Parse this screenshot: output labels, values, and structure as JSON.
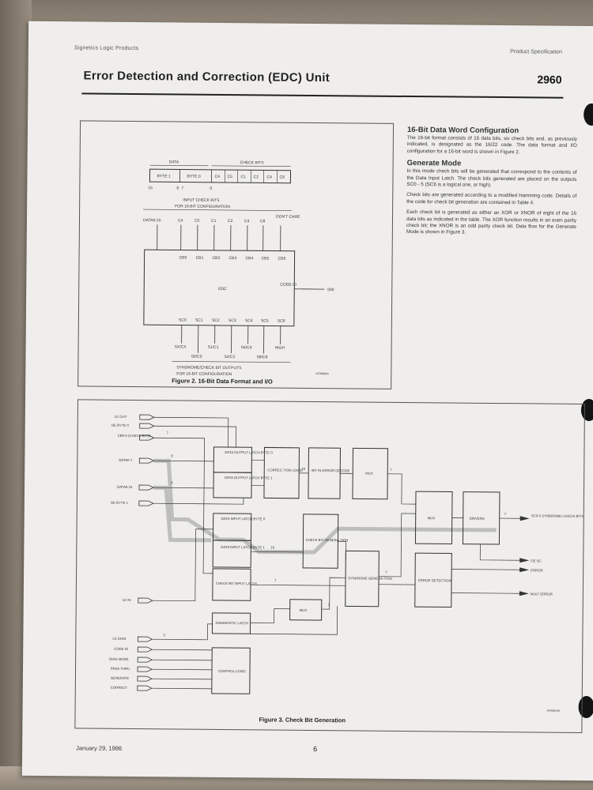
{
  "header": {
    "left": "Signetics Logic Products",
    "right": "Product Specification",
    "title": "Error Detection and Correction (EDC) Unit",
    "part_number": "2960"
  },
  "figure2": {
    "caption": "Figure 2. 16-Bit Data Format and I/O",
    "top_data": "DATA",
    "top_check": "CHECK BITS",
    "bytes": [
      "BYTE 1",
      "BYTE 0"
    ],
    "checkbits": [
      "C4",
      "C5",
      "C1",
      "C2",
      "C4",
      "C8"
    ],
    "bit_numbers": [
      "15",
      "8",
      "7",
      "0"
    ],
    "input_caption": [
      "INPUT CHECK BITS",
      "FOR 16-BIT CONFIGURATION"
    ],
    "inputs": [
      "DATA0-15",
      "C4",
      "C5",
      "C1",
      "C2",
      "C4",
      "C8",
      "DON'T CARE"
    ],
    "cb_labels": [
      "CB0",
      "CB1",
      "CB2",
      "CB3",
      "CB4",
      "CB5",
      "CB6"
    ],
    "edc_label": "EDC",
    "code_id_label": "CODE ID",
    "code_id_value": "000",
    "sc_labels": [
      "SC0",
      "SC1",
      "SC2",
      "SC3",
      "SC4",
      "SC5",
      "SC6"
    ],
    "outputs_top": [
      "SX/CX",
      "S1/C1",
      "S4/C4",
      "HIGH"
    ],
    "outputs_bottom": [
      "S0/C0",
      "S2/C2",
      "S8/C8"
    ],
    "output_caption": [
      "SYNDROME/CHECK BIT OUTPUTS",
      "FOR 16-BIT CONFIGURATION"
    ],
    "ref": "AF06600S"
  },
  "sidebar": {
    "h1": "16-Bit Data Word Configuration",
    "p1": "The 16-bit format consists of 16 data bits, six check bits and, as previously indicated, is designated as the 16/22 code. The data format and I/O configuration for a 16-bit word is shown in Figure 2.",
    "h2": "Generate Mode",
    "p2": "In this mode check bits will be generated that correspond to the contents of the Data Input Latch. The check bits generated are placed on the outputs SC0 - 5 (SC6 is a logical one, or high).",
    "p3": "Check bits are generated according to a modified Hamming code. Details of the code for check bit generation are contained in Table 4.",
    "p4": "Each check bit is generated as either an XOR or XNOR of eight of the 16 data bits as indicated in the table. The XOR function results in an even parity check bit; the XNOR is an odd parity check bit. Data flow for the Generate Mode is shown in Figure 3."
  },
  "figure3": {
    "caption": "Figure 3. Check Bit Generation",
    "ref": "AF06610S",
    "inputs": [
      "LE OUT",
      "OE BYTE 0",
      "CB0-6 (CHECK BITS)",
      "DATA0-7",
      "DATA8-15",
      "OE BYTE 1",
      "LE IN",
      "LE DIAG",
      "CODE ID",
      "DIAG MODE",
      "PASS THRU",
      "GENERATE",
      "CORRECT"
    ],
    "blocks": {
      "dol0": "DATA OUTPUT LATCH BYTE 0",
      "dol1": "DATA OUTPUT LATCH BYTE 1",
      "corr": "CORREC-TION LOGIC",
      "err_dec": "BIT IN ERROR DECODE",
      "mux1": "MUX",
      "dil0": "DATA INPUT LATCH BYTE 0",
      "dil1": "DATA INPUT LATCH BYTE 1",
      "cbgen": "CHECK BIT GENERA-TION",
      "cbil": "CHECK BIT INPUT LATCH",
      "syn": "SYNDROME GENERA-TION",
      "mux2": "MUX",
      "mux3": "MUX",
      "drivers": "DRIVERS",
      "errdet": "ERROR DETECTION",
      "diag": "DIAGNOSTIC LATCH",
      "ctrl": "CONTROL LOGIC"
    },
    "outputs": [
      "SC0-6 SYNDROME/ CHECK BITS",
      "OE SC",
      "ERROR",
      "MULT ERROR"
    ],
    "bus_widths": [
      "7",
      "8",
      "8",
      "16",
      "16",
      "7",
      "7",
      "7",
      "7",
      "7",
      "3"
    ]
  },
  "footer": {
    "date": "January 29, 1986",
    "page": "6"
  }
}
